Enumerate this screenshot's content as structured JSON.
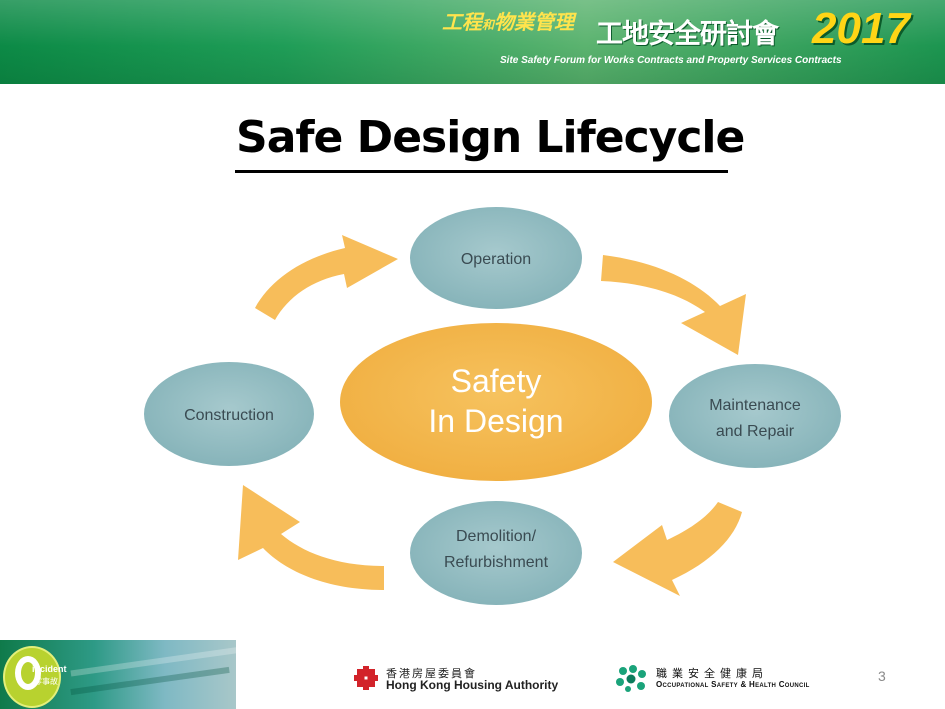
{
  "banner": {
    "chinese_prefix_a": "工程",
    "chinese_prefix_and": "和",
    "chinese_prefix_b": "物業管理",
    "chinese_title": "工地安全研討會",
    "year": "2017",
    "english_subtitle": "Site Safety Forum for Works Contracts and Property Services Contracts"
  },
  "slide": {
    "title": "Safe Design Lifecycle",
    "page_number": "3"
  },
  "diagram": {
    "center": {
      "line1": "Safety",
      "line2": "In Design"
    },
    "nodes": [
      {
        "id": "operation",
        "lines": [
          "Operation"
        ]
      },
      {
        "id": "maintenance",
        "lines": [
          "Maintenance",
          "and Repair"
        ]
      },
      {
        "id": "demolition",
        "lines": [
          "Demolition/",
          "Refurbishment"
        ]
      },
      {
        "id": "construction",
        "lines": [
          "Construction"
        ]
      }
    ],
    "colors": {
      "node_fill": "#8db8bd",
      "center_fill": "#f2b54c",
      "arrow_fill": "#f7bd5a",
      "label": "#3a4b52"
    }
  },
  "footer": {
    "incident_logo_text": "incident",
    "incident_logo_cn": "零事故",
    "hkha_cn": "香港房屋委員會",
    "hkha_en": "Hong Kong Housing Authority",
    "oshc_cn": "職業安全健康局",
    "oshc_en": "Occupational Safety & Health Council"
  }
}
